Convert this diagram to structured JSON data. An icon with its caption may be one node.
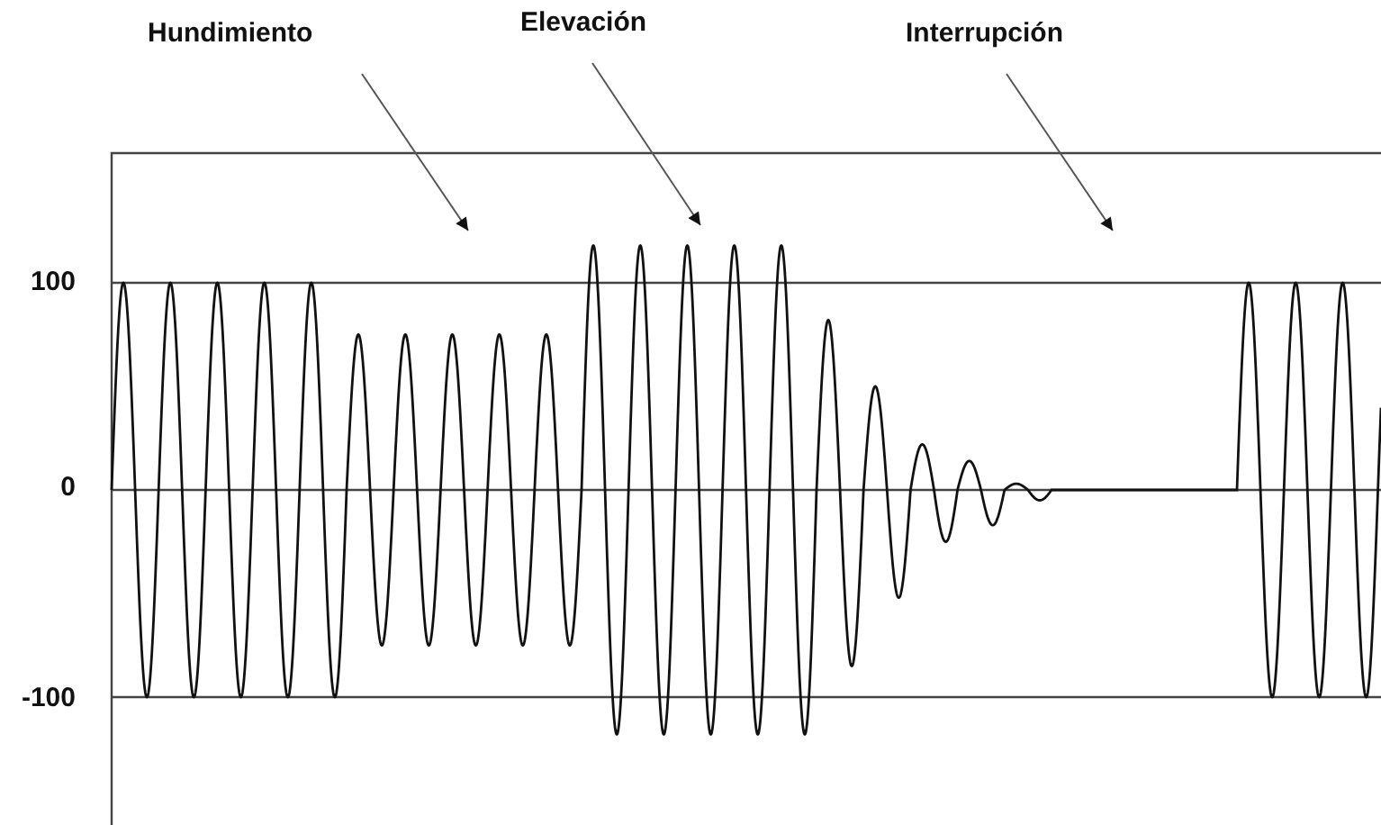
{
  "diagram": {
    "nodes": [
      {
        "text": [
          "Hundimiento"
        ]
      },
      {
        "text": [
          "Elevación"
        ]
      },
      {
        "text": [
          "Interrupción"
        ]
      }
    ],
    "edges": [
      {
        "from": 0,
        "to": null,
        "arrow": "to"
      },
      {
        "from": 1,
        "to": null,
        "arrow": "to"
      },
      {
        "from": 2,
        "to": null,
        "arrow": "to"
      }
    ],
    "labels": [
      "100",
      "0",
      "-100"
    ]
  }
}
